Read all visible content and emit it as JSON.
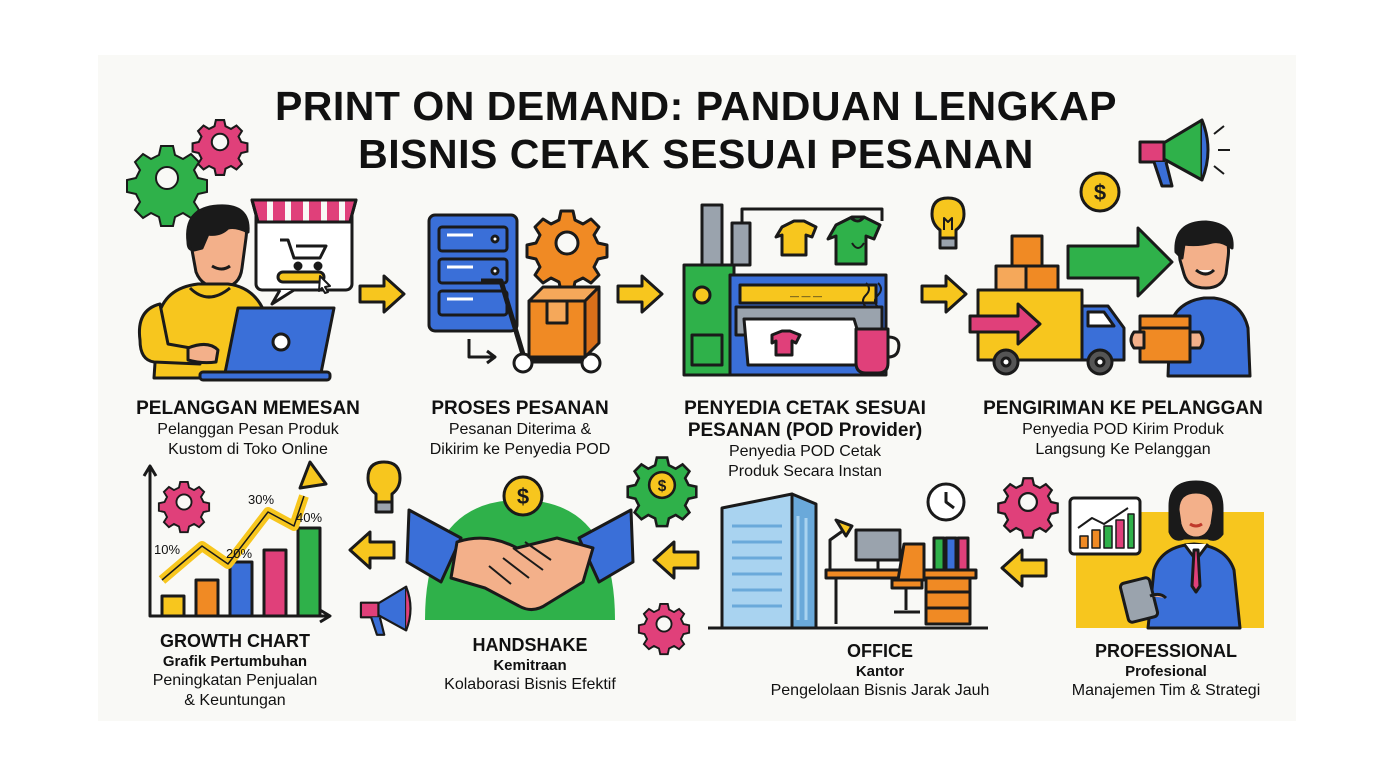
{
  "title": {
    "line1": "PRINT ON DEMAND: PANDUAN LENGKAP",
    "line2": "BISNIS CETAK SESUAI PESANAN"
  },
  "steps": [
    {
      "heading": "PELANGGAN MEMESAN",
      "line1": "Pelanggan Pesan Produk",
      "line2": "Kustom di Toko Online"
    },
    {
      "heading": "PROSES PESANAN",
      "line1": "Pesanan Diterima &",
      "line2": "Dikirim ke Penyedia POD"
    },
    {
      "heading": "PENYEDIA CETAK SESUAI",
      "heading2": "PESANAN (POD Provider)",
      "line1": "Penyedia POD Cetak",
      "line2": "Produk Secara Instan"
    },
    {
      "heading": "PENGIRIMAN KE PELANGGAN",
      "line1": "Penyedia POD Kirim Produk",
      "line2": "Langsung Ke Pelanggan"
    },
    {
      "heading": "PROFESSIONAL",
      "sub": "Profesional",
      "line1": "Manajemen Tim & Strategi"
    },
    {
      "heading": "OFFICE",
      "sub": "Kantor",
      "line1": "Pengelolaan Bisnis Jarak Jauh"
    },
    {
      "heading": "HANDSHAKE",
      "sub": "Kemitraan",
      "line1": "Kolaborasi Bisnis Efektif"
    },
    {
      "heading": "GROWTH CHART",
      "sub": "Grafik Pertumbuhan",
      "line1": "Peningkatan Penjualan",
      "line2": "& Keuntungan"
    }
  ],
  "growth_labels": [
    "10%",
    "20%",
    "30%",
    "40%"
  ],
  "currency_symbol": "$",
  "colors": {
    "yellow": "#f7c61e",
    "blue": "#3a6fd8",
    "green": "#2fb14a",
    "orange": "#f08a24",
    "pink": "#e0407a",
    "outline": "#1a1a1a"
  }
}
